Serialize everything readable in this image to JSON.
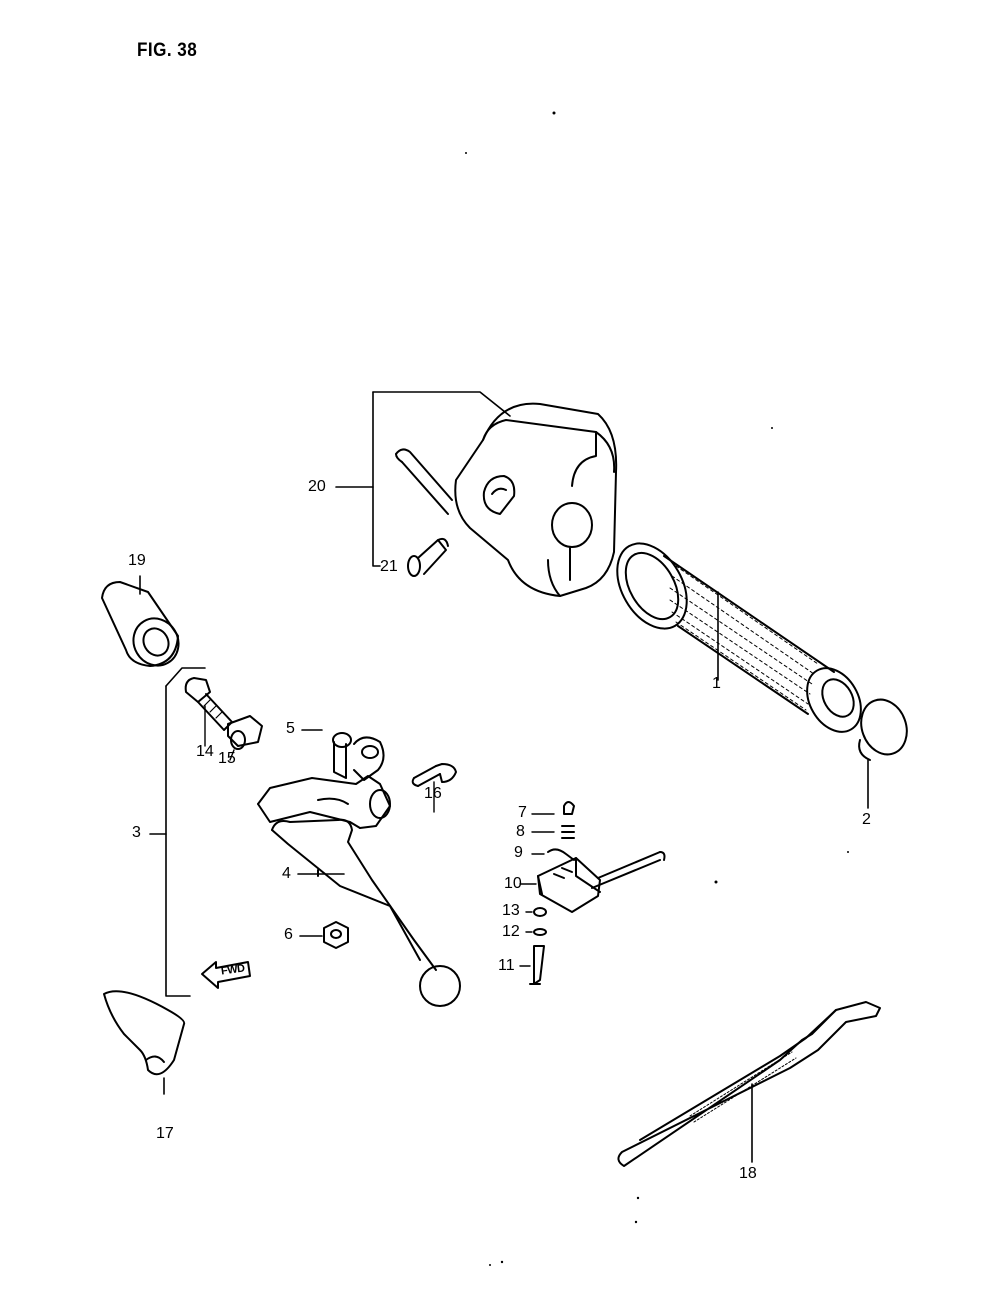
{
  "figure": {
    "title": "FIG. 38"
  },
  "callouts": {
    "c1": "1",
    "c2": "2",
    "c3": "3",
    "c4": "4",
    "c5": "5",
    "c6": "6",
    "c7": "7",
    "c8": "8",
    "c9": "9",
    "c10": "10",
    "c11": "11",
    "c12": "12",
    "c13": "13",
    "c14": "14",
    "c15": "15",
    "c16": "16",
    "c17": "17",
    "c18": "18",
    "c19": "19",
    "c20": "20",
    "c21": "21"
  },
  "direction_marker": {
    "label": "FWD"
  }
}
